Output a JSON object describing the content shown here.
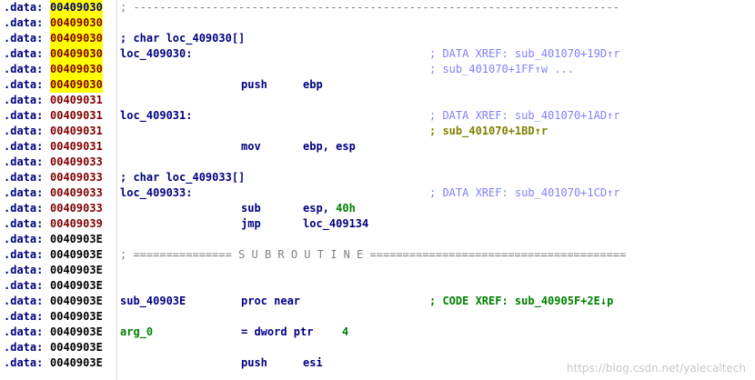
{
  "segment": ".data:",
  "lines": [
    {
      "addr": "00409030",
      "addr_style": "cur",
      "kind": "sep",
      "text": "; --------------------------------------------------------------------------"
    },
    {
      "addr": "00409030",
      "addr_style": "yel",
      "kind": "empty"
    },
    {
      "addr": "00409030",
      "addr_style": "yel",
      "kind": "leftcmt",
      "text": "; char loc_409030[]"
    },
    {
      "addr": "00409030",
      "addr_style": "yel",
      "kind": "label",
      "label": "loc_409030:",
      "comment": "; DATA XREF: sub_401070+19D",
      "comment_arrow": "↑",
      "comment_tail": "r",
      "comment_style": "blue"
    },
    {
      "addr": "00409030",
      "addr_style": "yel",
      "kind": "comment",
      "comment": "; sub_401070+1FF",
      "comment_arrow": "↑",
      "comment_tail": "w ...",
      "comment_style": "blue"
    },
    {
      "addr": "00409030",
      "addr_style": "yel",
      "kind": "instr",
      "mnemonic": "push",
      "operand": "ebp"
    },
    {
      "addr": "00409031",
      "addr_style": "red",
      "kind": "empty"
    },
    {
      "addr": "00409031",
      "addr_style": "red",
      "kind": "label",
      "label": "loc_409031:",
      "comment": "; DATA XREF: sub_401070+1AD",
      "comment_arrow": "↑",
      "comment_tail": "r",
      "comment_style": "blue"
    },
    {
      "addr": "00409031",
      "addr_style": "red",
      "kind": "comment",
      "comment": "; sub_401070+1BD",
      "comment_arrow": "↑",
      "comment_tail": "r",
      "comment_style": "olive"
    },
    {
      "addr": "00409031",
      "addr_style": "red",
      "kind": "instr",
      "mnemonic": "mov",
      "operand": "ebp, esp"
    },
    {
      "addr": "00409033",
      "addr_style": "red",
      "kind": "empty"
    },
    {
      "addr": "00409033",
      "addr_style": "red",
      "kind": "leftcmt",
      "text": "; char loc_409033[]"
    },
    {
      "addr": "00409033",
      "addr_style": "red",
      "kind": "label",
      "label": "loc_409033:",
      "comment": "; DATA XREF: sub_401070+1CD",
      "comment_arrow": "↑",
      "comment_tail": "r",
      "comment_style": "blue"
    },
    {
      "addr": "00409033",
      "addr_style": "red",
      "kind": "instr",
      "mnemonic": "sub",
      "operand": "esp, ",
      "operand_num": "40h"
    },
    {
      "addr": "00409039",
      "addr_style": "red",
      "kind": "instr",
      "mnemonic": "jmp",
      "operand": "loc_409134"
    },
    {
      "addr": "0040903E",
      "addr_style": "blk",
      "kind": "empty"
    },
    {
      "addr": "0040903E",
      "addr_style": "blk",
      "kind": "sep",
      "text": "; =============== S U B R O U T I N E ======================================="
    },
    {
      "addr": "0040903E",
      "addr_style": "blk",
      "kind": "empty"
    },
    {
      "addr": "0040903E",
      "addr_style": "blk",
      "kind": "empty"
    },
    {
      "addr": "0040903E",
      "addr_style": "blk",
      "kind": "proc",
      "label": "sub_40903E",
      "mnemonic": "proc near",
      "comment": "; CODE XREF: sub_40905F+2E",
      "comment_arrow": "↓",
      "comment_tail": "p",
      "comment_style": "green"
    },
    {
      "addr": "0040903E",
      "addr_style": "blk",
      "kind": "empty"
    },
    {
      "addr": "0040903E",
      "addr_style": "blk",
      "kind": "arg",
      "label": "arg_0",
      "mnemonic": "= dword ptr",
      "operand_num": "4"
    },
    {
      "addr": "0040903E",
      "addr_style": "blk",
      "kind": "empty"
    },
    {
      "addr": "0040903E",
      "addr_style": "blk",
      "kind": "instr",
      "mnemonic": "push",
      "operand": "esi"
    }
  ],
  "watermark": "https://blog.csdn.net/yalecaltech"
}
